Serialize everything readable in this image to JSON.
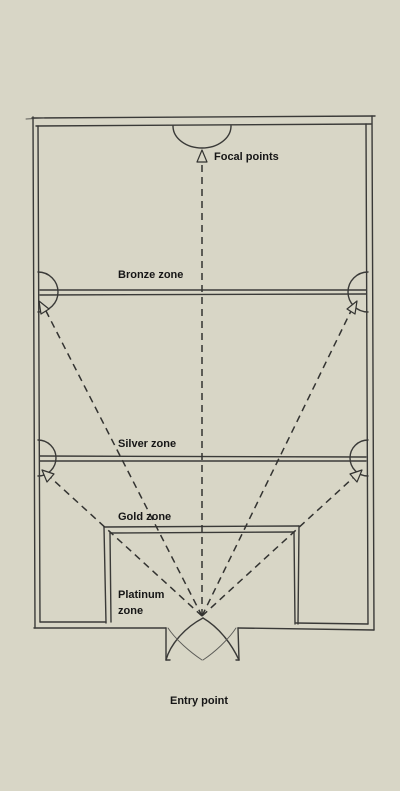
{
  "labels": {
    "focal_points": "Focal points",
    "bronze_zone": "Bronze zone",
    "silver_zone": "Silver zone",
    "gold_zone": "Gold zone",
    "platinum_zone_line1": "Platinum",
    "platinum_zone_line2": "zone",
    "entry_point": "Entry point"
  },
  "colors": {
    "background": "#d8d6c6",
    "ink": "#333331"
  }
}
